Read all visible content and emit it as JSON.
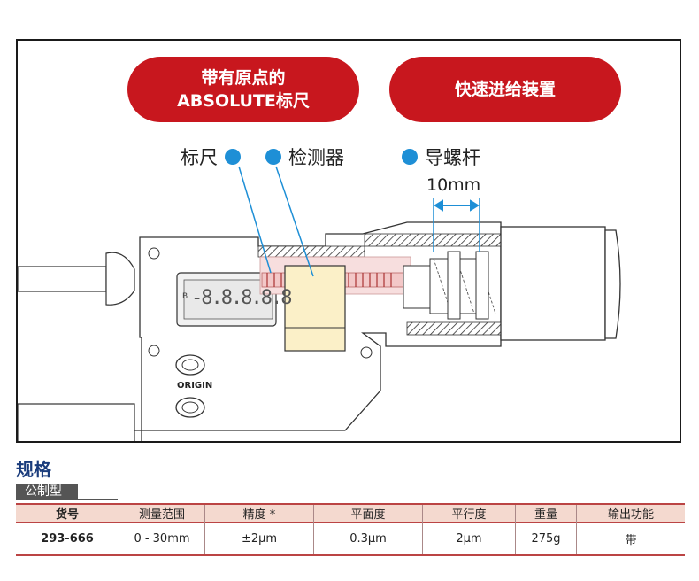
{
  "callouts": {
    "pill_left_line1": "带有原点的",
    "pill_left_line2": "ABSOLUTE标尺",
    "pill_right": "快速进给装置",
    "scale": "标尺",
    "detector": "检测器",
    "lead_screw": "导螺杆",
    "dimension": "10mm"
  },
  "device": {
    "origin_label": "ORIGIN",
    "display_digits": "-8.8.8.8.8",
    "display_small": "B"
  },
  "spec": {
    "title": "规格",
    "subtitle": "公制型",
    "headers": [
      "货号",
      "测量范围",
      "精度 *",
      "平面度",
      "平行度",
      "重量",
      "输出功能"
    ],
    "row": [
      "293-666",
      "0 - 30mm",
      "±2μm",
      "0.3μm",
      "2μm",
      "275g",
      "带"
    ]
  },
  "colors": {
    "accent_red": "#c8171e",
    "callout_blue": "#1e8fd6",
    "table_header_bg": "#f4d9cf",
    "spec_title": "#1a3c7c"
  }
}
